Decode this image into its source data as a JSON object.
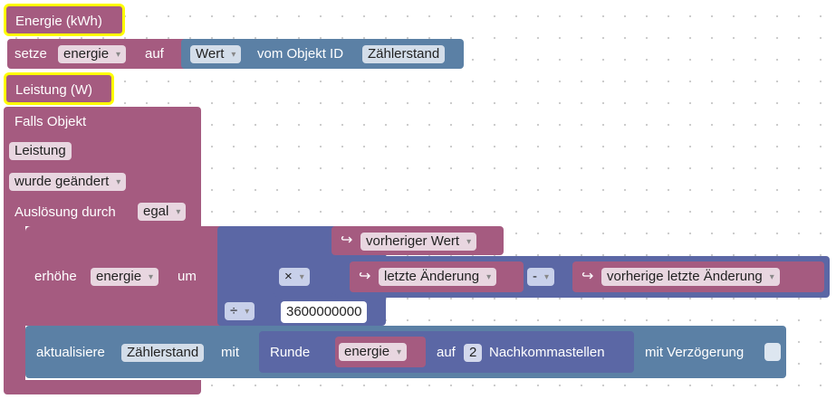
{
  "comments": {
    "energy": "Energie (kWh)",
    "power": "Leistung (W)"
  },
  "set_block": {
    "label_setze": "setze",
    "variable": "energie",
    "label_auf": "auf",
    "value_field": "Wert",
    "label_vom_objekt": "vom Objekt ID",
    "object_id": "Zählerstand"
  },
  "trigger_block": {
    "label_falls_objekt": "Falls Objekt",
    "object": "Leistung",
    "condition": "wurde geändert",
    "label_ausloesung": "Auslösung durch",
    "trigger_option": "egal"
  },
  "increase_block": {
    "label_erhoehe": "erhöhe",
    "variable": "energie",
    "label_um": "um",
    "mult_op": "×",
    "div_op": "÷",
    "prev_value": "vorheriger Wert",
    "last_change": "letzte Änderung",
    "minus_op": "-",
    "prev_last_change": "vorherige letzte Änderung",
    "divisor": "3600000000"
  },
  "update_block": {
    "label_aktualisiere": "aktualisiere",
    "object_id": "Zählerstand",
    "label_mit": "mit",
    "label_runde": "Runde",
    "variable": "energie",
    "label_auf": "auf",
    "decimals": "2",
    "label_nachkommastellen": "Nachkommastellen",
    "label_mit_verzoegerung": "mit Verzögerung"
  },
  "colors": {
    "comment_bg": "#a55b80",
    "comment_border": "#ffff00",
    "object_block": "#a55b80",
    "value_block": "#5b80a5",
    "math_block": "#5b67a5",
    "field_bg": "#e8d6e0"
  }
}
